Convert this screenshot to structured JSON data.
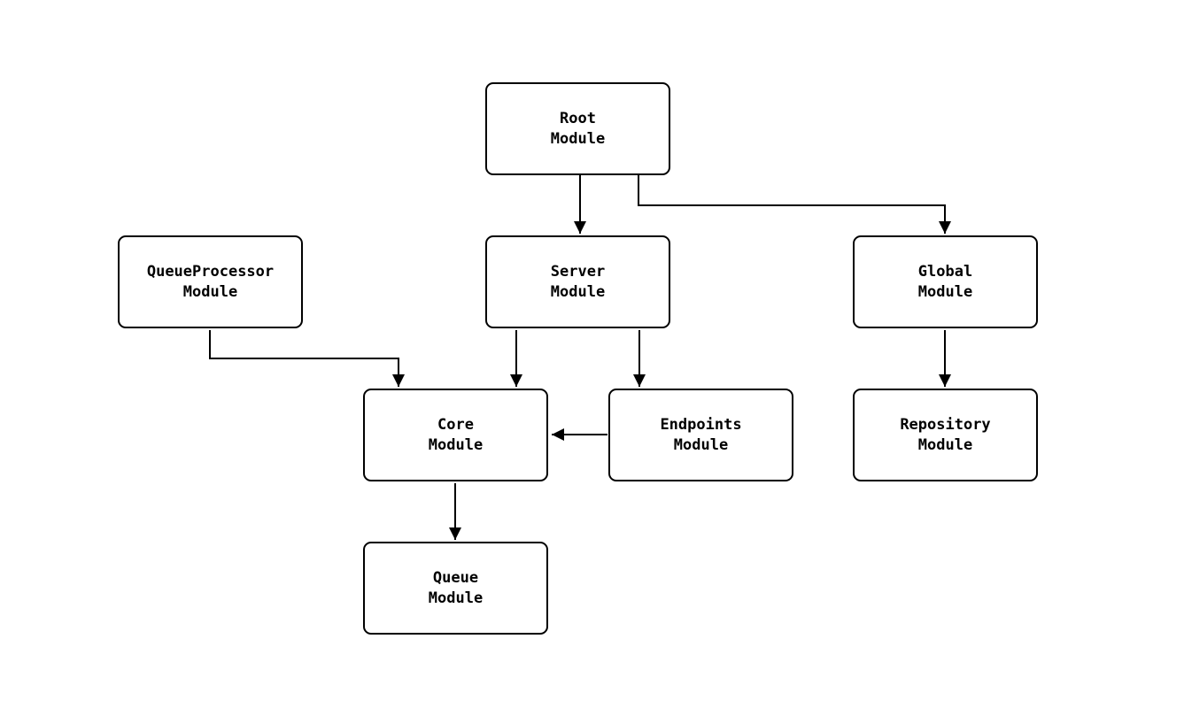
{
  "diagram": {
    "type": "module-dependency-graph",
    "nodes": {
      "root": {
        "label": "Root\nModule"
      },
      "queueprocessor": {
        "label": "QueueProcessor\nModule"
      },
      "server": {
        "label": "Server\nModule"
      },
      "global": {
        "label": "Global\nModule"
      },
      "core": {
        "label": "Core\nModule"
      },
      "endpoints": {
        "label": "Endpoints\nModule"
      },
      "repository": {
        "label": "Repository\nModule"
      },
      "queue": {
        "label": "Queue\nModule"
      }
    },
    "edges": [
      {
        "from": "Root Module",
        "to": "Server Module"
      },
      {
        "from": "Root Module",
        "to": "Global Module"
      },
      {
        "from": "QueueProcessor Module",
        "to": "Core Module"
      },
      {
        "from": "Server Module",
        "to": "Core Module"
      },
      {
        "from": "Server Module",
        "to": "Endpoints Module"
      },
      {
        "from": "Endpoints Module",
        "to": "Core Module"
      },
      {
        "from": "Global Module",
        "to": "Repository Module"
      },
      {
        "from": "Core Module",
        "to": "Queue Module"
      }
    ],
    "colors": {
      "background": "#ffffff",
      "node_fill": "#ffffff",
      "node_border": "#000000",
      "edge": "#000000",
      "text": "#000000"
    }
  }
}
